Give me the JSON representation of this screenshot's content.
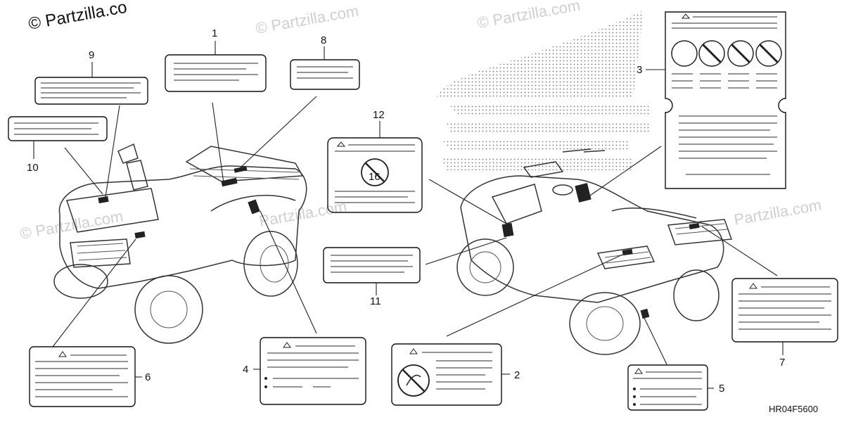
{
  "watermarks": {
    "main": "© Partzilla.co",
    "faint": [
      "© Partzilla.com",
      "© Partzilla.com",
      "Partzilla.com",
      "Partzilla.com",
      "© Partzilla.com"
    ]
  },
  "diagram_code": "HR04F5600",
  "callouts": [
    "1",
    "2",
    "3",
    "4",
    "5",
    "6",
    "7",
    "8",
    "9",
    "10",
    "11",
    "12"
  ],
  "label_12_icon_text": "16"
}
